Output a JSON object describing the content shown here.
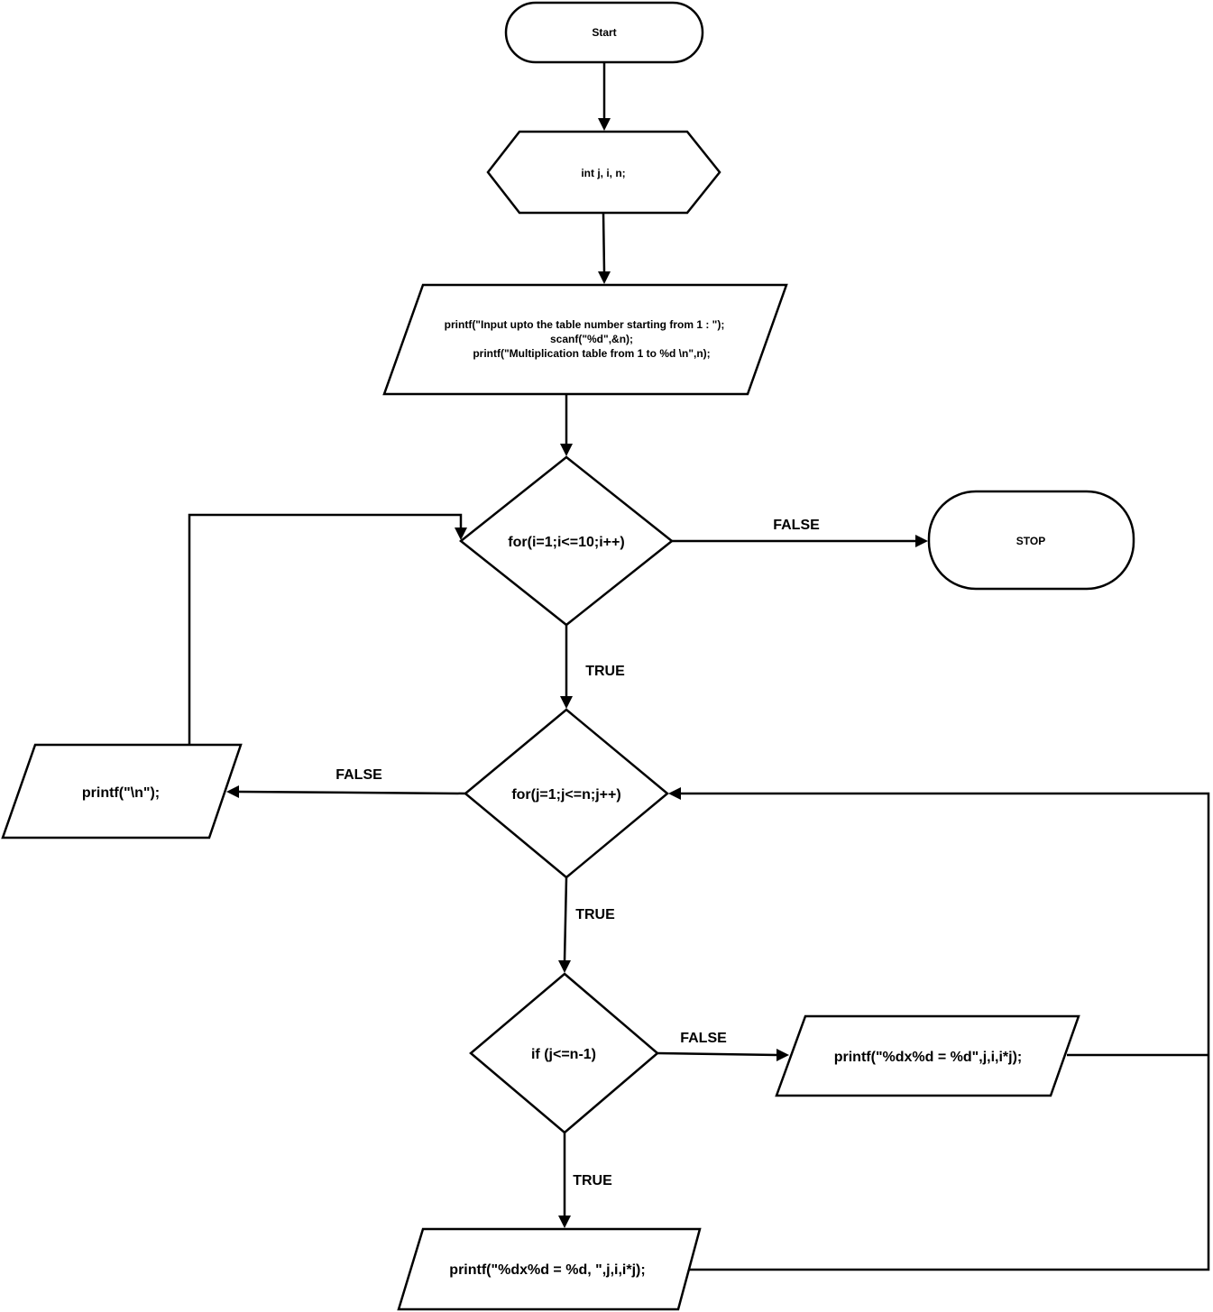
{
  "nodes": {
    "start": "Start",
    "declare": "int j, i, n;",
    "io_line1": "printf(\"Input upto the table number starting from 1 : \");",
    "io_line2": "scanf(\"%d\",&n);",
    "io_line3": "printf(\"Multiplication table from 1 to %d \\n\",n);",
    "for_i": "for(i=1;i<=10;i++)",
    "stop": "STOP",
    "for_j": "for(j=1;j<=n;j++)",
    "print_newline": "printf(\"\\n\");",
    "if_cond": "if (j<=n-1)",
    "print_last": "printf(\"%dx%d = %d\",j,i,i*j);",
    "print_comma": "printf(\"%dx%d = %d, \",j,i,i*j);"
  },
  "edge_labels": {
    "for_i_false": "FALSE",
    "for_i_true": "TRUE",
    "for_j_false": "FALSE",
    "for_j_true": "TRUE",
    "if_false": "FALSE",
    "if_true": "TRUE"
  }
}
